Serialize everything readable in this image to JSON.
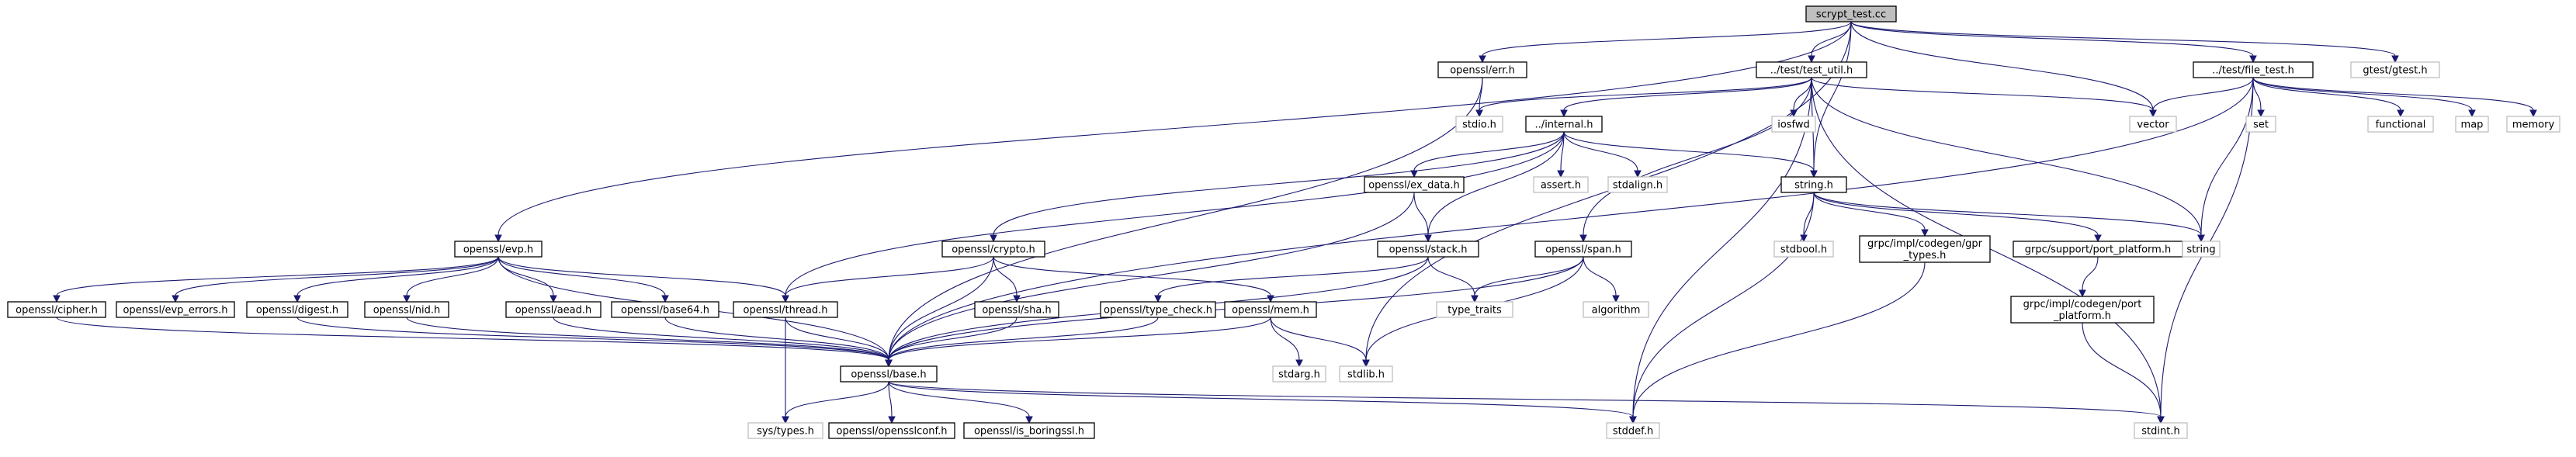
{
  "nodes": {
    "root": {
      "label": "scrypt_test.cc",
      "style": "root"
    },
    "err": {
      "label": "openssl/err.h",
      "style": "normal"
    },
    "test_util": {
      "label": "../test/test_util.h",
      "style": "normal"
    },
    "gtest": {
      "label": "gtest/gtest.h",
      "style": "ext"
    },
    "file_test": {
      "label": "../test/file_test.h",
      "style": "normal"
    },
    "stdio": {
      "label": "stdio.h",
      "style": "ext"
    },
    "internal": {
      "label": "../internal.h",
      "style": "normal"
    },
    "iosfwd": {
      "label": "iosfwd",
      "style": "ext"
    },
    "vector": {
      "label": "vector",
      "style": "ext"
    },
    "set": {
      "label": "set",
      "style": "ext"
    },
    "functional": {
      "label": "functional",
      "style": "ext"
    },
    "map": {
      "label": "map",
      "style": "ext"
    },
    "memory": {
      "label": "memory",
      "style": "ext"
    },
    "ex_data": {
      "label": "openssl/ex_data.h",
      "style": "normal"
    },
    "assert": {
      "label": "assert.h",
      "style": "ext"
    },
    "stdalign": {
      "label": "stdalign.h",
      "style": "ext"
    },
    "string_h": {
      "label": "string.h",
      "style": "normal"
    },
    "evp": {
      "label": "openssl/evp.h",
      "style": "normal"
    },
    "crypto": {
      "label": "openssl/crypto.h",
      "style": "normal"
    },
    "stack": {
      "label": "openssl/stack.h",
      "style": "normal"
    },
    "span": {
      "label": "openssl/span.h",
      "style": "normal"
    },
    "stdbool": {
      "label": "stdbool.h",
      "style": "ext"
    },
    "gpr_types": {
      "label": "grpc/impl/codegen/gpr\n_types.h",
      "style": "normal"
    },
    "port_platform_support": {
      "label": "grpc/support/port_platform.h",
      "style": "normal"
    },
    "string": {
      "label": "string",
      "style": "ext"
    },
    "cipher": {
      "label": "openssl/cipher.h",
      "style": "normal"
    },
    "evp_errors": {
      "label": "openssl/evp_errors.h",
      "style": "normal"
    },
    "digest": {
      "label": "openssl/digest.h",
      "style": "normal"
    },
    "nid": {
      "label": "openssl/nid.h",
      "style": "normal"
    },
    "aead": {
      "label": "openssl/aead.h",
      "style": "normal"
    },
    "base64": {
      "label": "openssl/base64.h",
      "style": "normal"
    },
    "thread": {
      "label": "openssl/thread.h",
      "style": "normal"
    },
    "sha": {
      "label": "openssl/sha.h",
      "style": "normal"
    },
    "mem": {
      "label": "openssl/mem.h",
      "style": "normal"
    },
    "type_check": {
      "label": "openssl/type_check.h",
      "style": "normal"
    },
    "type_traits": {
      "label": "type_traits",
      "style": "ext"
    },
    "algorithm": {
      "label": "algorithm",
      "style": "ext"
    },
    "port_platform_codegen": {
      "label": "grpc/impl/codegen/port\n_platform.h",
      "style": "normal"
    },
    "base": {
      "label": "openssl/base.h",
      "style": "normal"
    },
    "stdarg": {
      "label": "stdarg.h",
      "style": "ext"
    },
    "stdlib": {
      "label": "stdlib.h",
      "style": "ext"
    },
    "sys_types": {
      "label": "sys/types.h",
      "style": "ext"
    },
    "opensslconf": {
      "label": "openssl/opensslconf.h",
      "style": "normal"
    },
    "is_boringssl": {
      "label": "openssl/is_boringssl.h",
      "style": "normal"
    },
    "stddef": {
      "label": "stddef.h",
      "style": "ext"
    },
    "stdint": {
      "label": "stdint.h",
      "style": "ext"
    }
  },
  "edges": [
    [
      "root",
      "err"
    ],
    [
      "root",
      "test_util"
    ],
    [
      "root",
      "gtest"
    ],
    [
      "root",
      "file_test"
    ],
    [
      "root",
      "evp"
    ],
    [
      "root",
      "string_h"
    ],
    [
      "root",
      "vector"
    ],
    [
      "root",
      "stdlib"
    ],
    [
      "err",
      "stdio"
    ],
    [
      "err",
      "base"
    ],
    [
      "test_util",
      "stdio"
    ],
    [
      "test_util",
      "internal"
    ],
    [
      "test_util",
      "iosfwd"
    ],
    [
      "test_util",
      "vector"
    ],
    [
      "test_util",
      "string_h"
    ],
    [
      "test_util",
      "span"
    ],
    [
      "test_util",
      "string"
    ],
    [
      "test_util",
      "stddef"
    ],
    [
      "test_util",
      "stdint"
    ],
    [
      "file_test",
      "vector"
    ],
    [
      "file_test",
      "set"
    ],
    [
      "file_test",
      "functional"
    ],
    [
      "file_test",
      "map"
    ],
    [
      "file_test",
      "memory"
    ],
    [
      "file_test",
      "string"
    ],
    [
      "file_test",
      "base"
    ],
    [
      "file_test",
      "stdint"
    ],
    [
      "internal",
      "ex_data"
    ],
    [
      "internal",
      "assert"
    ],
    [
      "internal",
      "stdalign"
    ],
    [
      "internal",
      "string_h"
    ],
    [
      "internal",
      "crypto"
    ],
    [
      "internal",
      "stack"
    ],
    [
      "internal",
      "thread"
    ],
    [
      "ex_data",
      "stack"
    ],
    [
      "ex_data",
      "base"
    ],
    [
      "string_h",
      "stdbool"
    ],
    [
      "string_h",
      "gpr_types"
    ],
    [
      "string_h",
      "port_platform_support"
    ],
    [
      "string_h",
      "string"
    ],
    [
      "string_h",
      "stddef"
    ],
    [
      "gpr_types",
      "stddef"
    ],
    [
      "port_platform_support",
      "port_platform_codegen"
    ],
    [
      "port_platform_codegen",
      "stdint"
    ],
    [
      "evp",
      "cipher"
    ],
    [
      "evp",
      "evp_errors"
    ],
    [
      "evp",
      "digest"
    ],
    [
      "evp",
      "nid"
    ],
    [
      "evp",
      "aead"
    ],
    [
      "evp",
      "base64"
    ],
    [
      "evp",
      "thread"
    ],
    [
      "evp",
      "base"
    ],
    [
      "crypto",
      "thread"
    ],
    [
      "crypto",
      "sha"
    ],
    [
      "crypto",
      "mem"
    ],
    [
      "crypto",
      "base"
    ],
    [
      "stack",
      "type_check"
    ],
    [
      "stack",
      "type_traits"
    ],
    [
      "stack",
      "base"
    ],
    [
      "span",
      "type_traits"
    ],
    [
      "span",
      "algorithm"
    ],
    [
      "span",
      "base"
    ],
    [
      "span",
      "stdlib"
    ],
    [
      "cipher",
      "base"
    ],
    [
      "digest",
      "base"
    ],
    [
      "nid",
      "base"
    ],
    [
      "aead",
      "base"
    ],
    [
      "base64",
      "base"
    ],
    [
      "sha",
      "base"
    ],
    [
      "type_check",
      "base"
    ],
    [
      "thread",
      "sys_types"
    ],
    [
      "thread",
      "base"
    ],
    [
      "mem",
      "stdarg"
    ],
    [
      "mem",
      "stdlib"
    ],
    [
      "mem",
      "base"
    ],
    [
      "base",
      "sys_types"
    ],
    [
      "base",
      "opensslconf"
    ],
    [
      "base",
      "is_boringssl"
    ],
    [
      "base",
      "stddef"
    ],
    [
      "base",
      "stdint"
    ]
  ],
  "colors": {
    "edge": "#191970",
    "root_fill": "#bfbfbf",
    "normal_stroke": "#000000",
    "ext_stroke": "#bfbfbf",
    "text": "#000000"
  }
}
